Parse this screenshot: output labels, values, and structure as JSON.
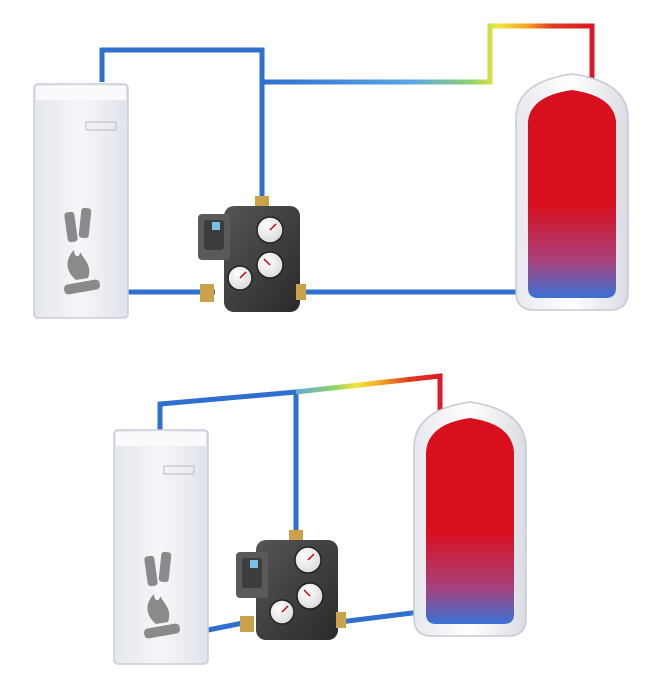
{
  "colors": {
    "background": "#ffffff",
    "pipe_cold": "#2f6fd0",
    "pipe_hot": "#d8122a",
    "tank_hot": "#d8101e",
    "tank_cold": "#3a72d6",
    "boiler_body": "#eef0f4",
    "valve_body": "#3c3c3c",
    "gauge_face": "#f4f4f4",
    "icon_gray": "#7a7a7a"
  },
  "icons": {
    "boiler": "boiler-icon",
    "fuel_logs": "logs-icon",
    "flame": "flame-icon",
    "mixing_valve": "valve-icon",
    "pump": "pump-icon",
    "gauge": "gauge-icon",
    "storage_tank": "tank-icon"
  },
  "diagrams": [
    {
      "name": "system-top",
      "gauges": 3
    },
    {
      "name": "system-bottom",
      "gauges": 3
    }
  ]
}
